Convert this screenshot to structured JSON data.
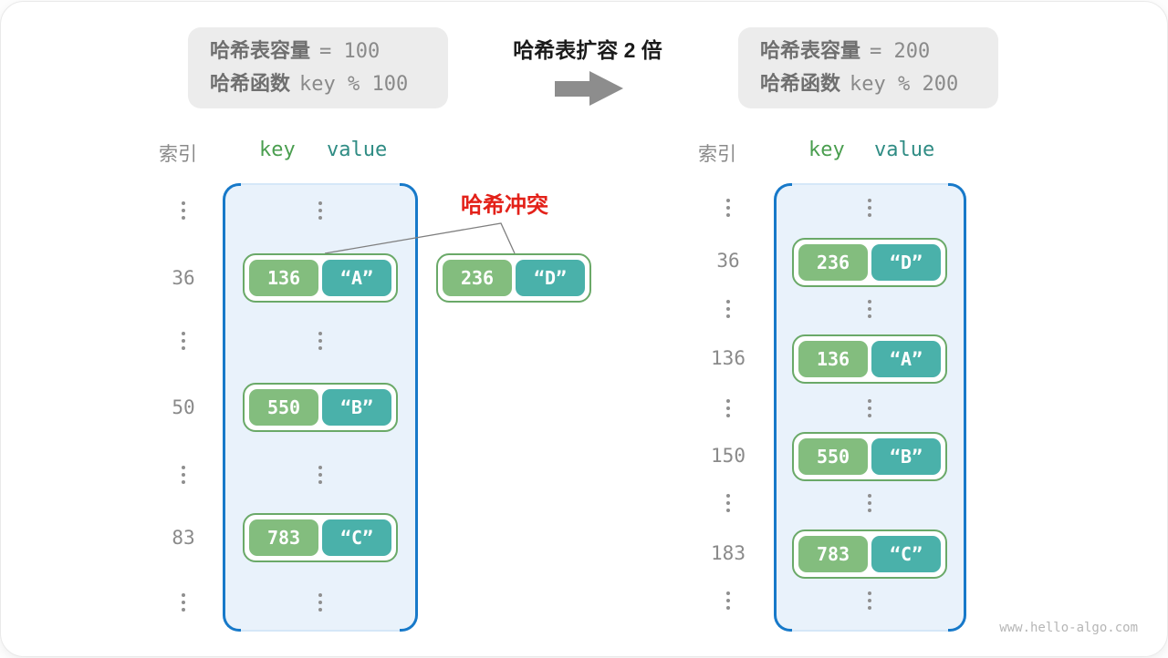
{
  "panel_left": {
    "capacity_label": "哈希表容量",
    "capacity_value": "= 100",
    "function_label": "哈希函数",
    "function_expr": "key % 100"
  },
  "transition": {
    "title": "哈希表扩容 2 倍"
  },
  "panel_right": {
    "capacity_label": "哈希表容量",
    "capacity_value": "= 200",
    "function_label": "哈希函数",
    "function_expr": "key % 200"
  },
  "collision": {
    "label": "哈希冲突",
    "pair": {
      "key": "236",
      "value": "“D”"
    }
  },
  "left_table": {
    "index_header": "索引",
    "key_header": "key",
    "value_header": "value",
    "rows": [
      {
        "index": "36",
        "key": "136",
        "value": "“A”"
      },
      {
        "index": "50",
        "key": "550",
        "value": "“B”"
      },
      {
        "index": "83",
        "key": "783",
        "value": "“C”"
      }
    ]
  },
  "right_table": {
    "index_header": "索引",
    "key_header": "key",
    "value_header": "value",
    "rows": [
      {
        "index": "36",
        "key": "236",
        "value": "“D”"
      },
      {
        "index": "136",
        "key": "136",
        "value": "“A”"
      },
      {
        "index": "150",
        "key": "550",
        "value": "“B”"
      },
      {
        "index": "183",
        "key": "783",
        "value": "“C”"
      }
    ]
  },
  "watermark": "www.hello-algo.com",
  "colors": {
    "bucket_fill": "#e9f2fb",
    "bucket_bracket": "#1779c9",
    "pair_border": "#6aa968",
    "key_fill": "#83bd7e",
    "value_fill": "#4ab1aa",
    "collision_red": "#e32119",
    "info_box_gray": "#ececec",
    "text_gray": "#8a8a8a"
  }
}
